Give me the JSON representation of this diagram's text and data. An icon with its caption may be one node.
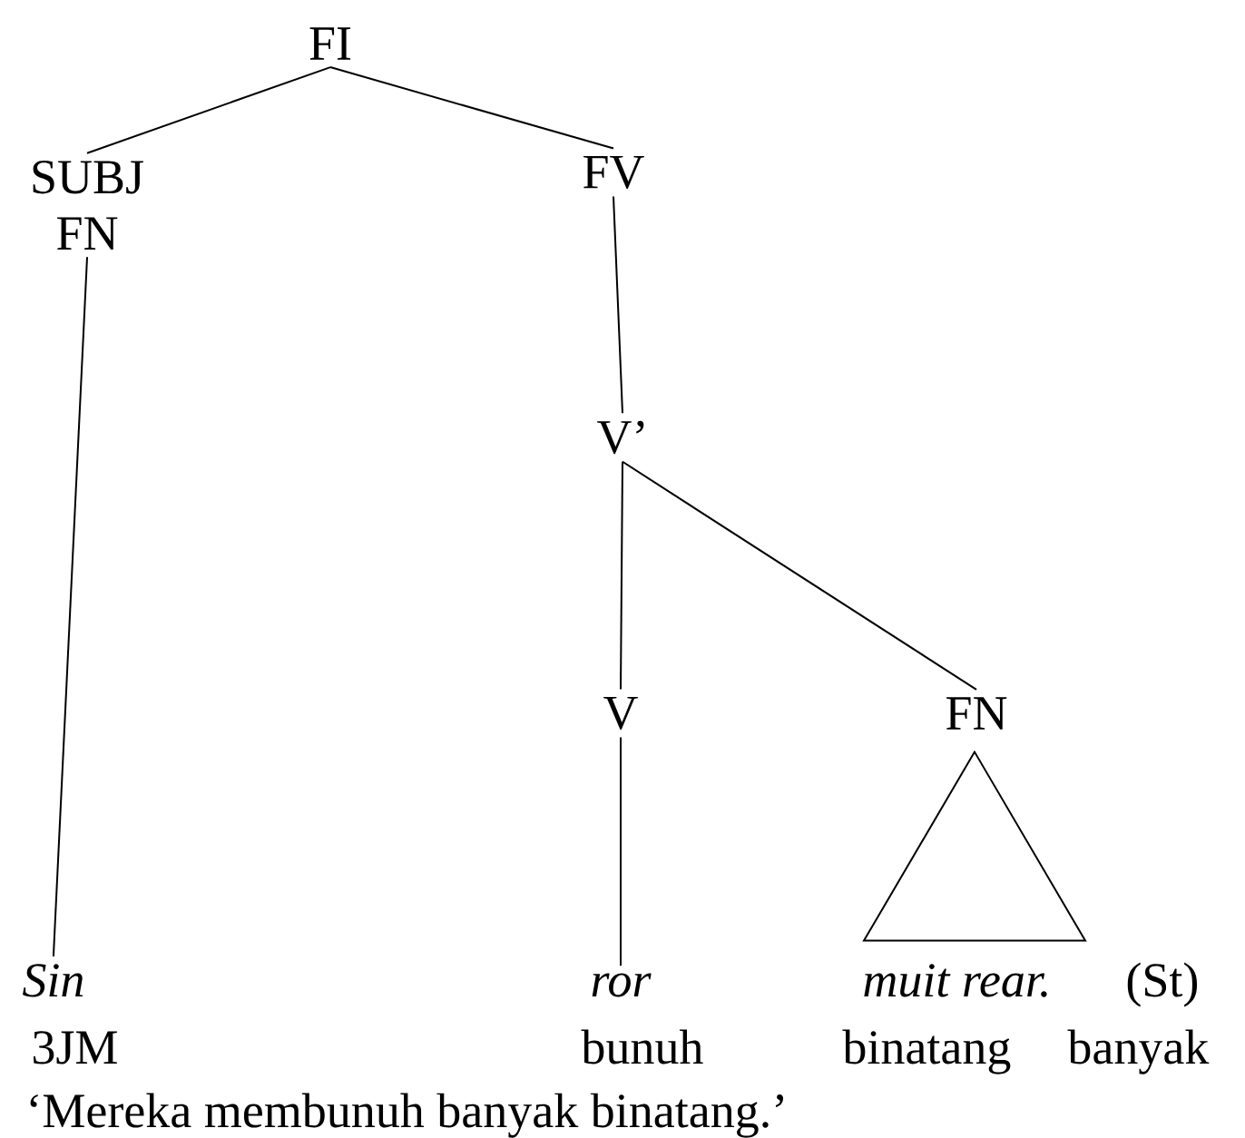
{
  "diagram": {
    "nodes": [
      {
        "text": [
          "FI"
        ]
      },
      {
        "text": [
          "SUBJ",
          "FN"
        ]
      },
      {
        "text": [
          "FV"
        ]
      },
      {
        "text": [
          "V’"
        ]
      },
      {
        "text": [
          "V"
        ]
      },
      {
        "text": [
          "FN"
        ]
      },
      {
        "text": [],
        "shape": "triangle"
      },
      {
        "text": [
          "Sin"
        ]
      },
      {
        "text": [
          "ror"
        ]
      }
    ],
    "edges": [
      {
        "from": 0,
        "to": 1,
        "arrow": "none"
      },
      {
        "from": 0,
        "to": 2,
        "arrow": "none"
      },
      {
        "from": 1,
        "to": 7,
        "arrow": "none"
      },
      {
        "from": 2,
        "to": 3,
        "arrow": "none"
      },
      {
        "from": 3,
        "to": 4,
        "arrow": "none"
      },
      {
        "from": 3,
        "to": 5,
        "arrow": "none"
      },
      {
        "from": 4,
        "to": 8,
        "arrow": "none"
      }
    ],
    "labels": [
      "muit rear.",
      "(St)",
      "3JM",
      "bunuh",
      "binatang",
      "banyak",
      "‘Mereka membunuh banyak binatang.’"
    ]
  }
}
